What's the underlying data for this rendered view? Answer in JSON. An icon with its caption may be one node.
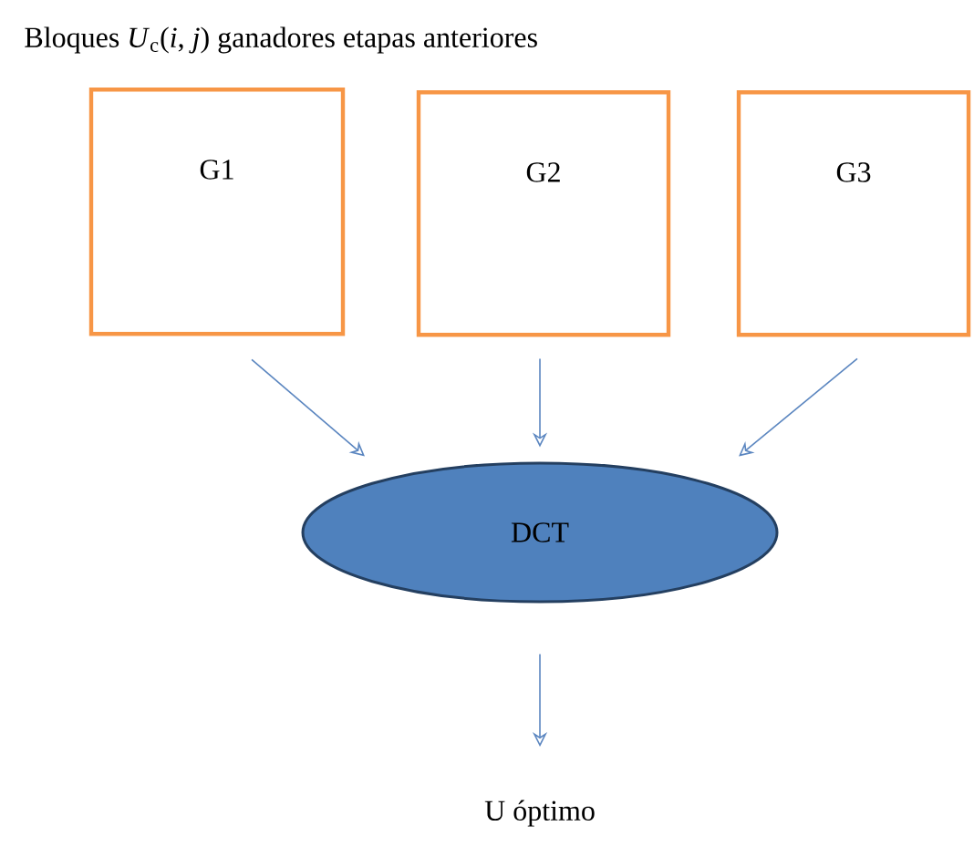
{
  "diagram": {
    "title": "Bloques *U*$_{c}$(*i*, *j*) ganadores etapas anteriores",
    "nodes": [
      {
        "text": [
          "G1"
        ]
      },
      {
        "text": [
          "G2"
        ]
      },
      {
        "text": [
          "G3"
        ]
      },
      {
        "text": [
          "DCT"
        ]
      },
      {
        "text": [
          "U óptimo"
        ]
      }
    ],
    "edges": [
      {
        "from": 0,
        "to": 3,
        "arrow": "to"
      },
      {
        "from": 1,
        "to": 3,
        "arrow": "to"
      },
      {
        "from": 2,
        "to": 3,
        "arrow": "to"
      },
      {
        "from": 3,
        "to": 4,
        "arrow": "to"
      }
    ]
  }
}
